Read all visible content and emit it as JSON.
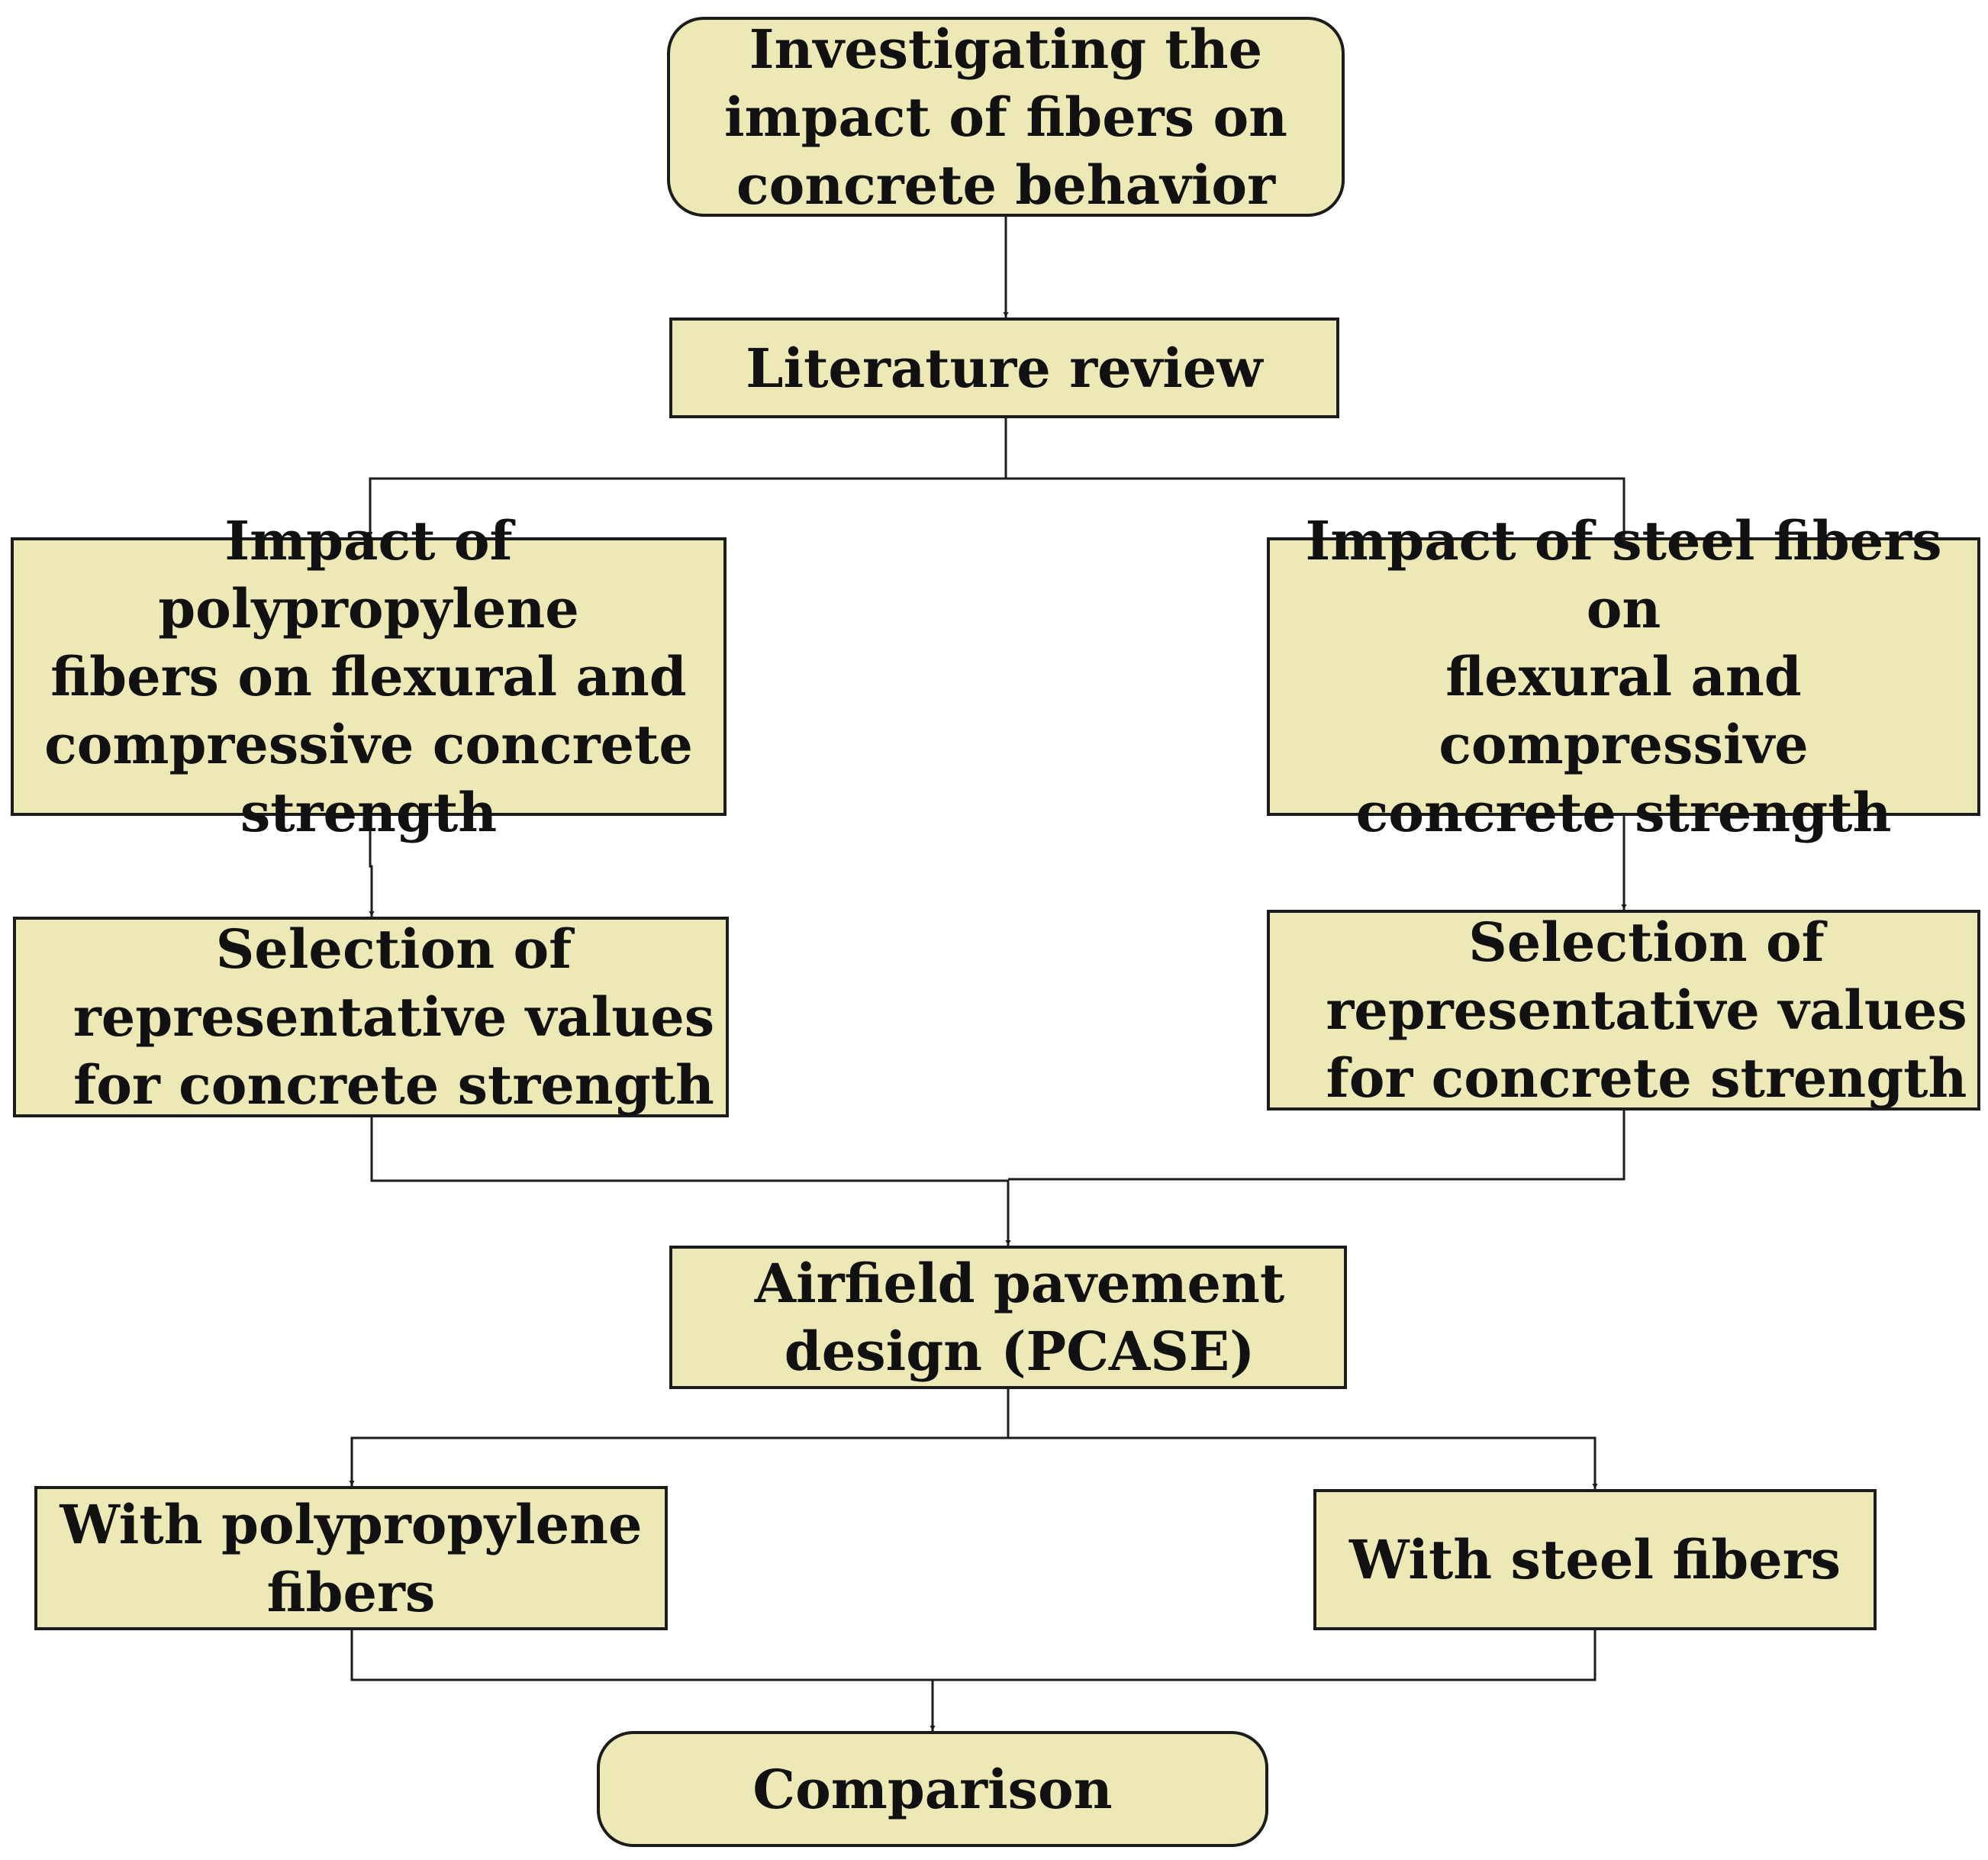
{
  "nodes": {
    "start": "Investigating the\nimpact of fibers on\nconcrete behavior",
    "literature": "Literature review",
    "polypropylene_impact": "Impact of polypropylene\nfibers on flexural and\ncompressive concrete\nstrength",
    "steel_impact": "Impact of steel fibers on\nflexural and compressive\nconcrete strength",
    "selection_left": "Selection of\nrepresentative values\nfor concrete strength",
    "selection_right": "Selection of\nrepresentative values\nfor concrete strength",
    "design": "Airfield pavement\ndesign (PCASE)",
    "with_polypropylene": "With polypropylene\nfibers",
    "with_steel": "With steel fibers",
    "comparison": "Comparison"
  },
  "colors": {
    "box_fill": "#ede9b7",
    "box_border": "#1c1c1c",
    "connector": "#1c1c1c"
  }
}
